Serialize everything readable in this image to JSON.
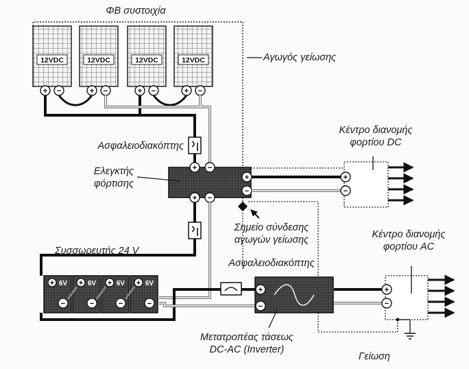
{
  "labels": {
    "pv_array": "ΦΒ συστοιχία",
    "ground_conductor": "Αγωγός γείωσης",
    "dc_load_center_line1": "Κέντρο διανομής",
    "dc_load_center_line2": "φορτίου DC",
    "fuse_switch_top": "Ασφαλειοδιακόπτης",
    "charge_controller_line1": "Ελεγκτής",
    "charge_controller_line2": "φόρτισης",
    "ground_point_line1": "Σημείο σύνδεσης",
    "ground_point_line2": "αγωγών γείωσης",
    "battery_bank": "Συσσωρευτής 24 V",
    "fuse_switch_bottom": "Ασφαλειοδιακόπτης",
    "ac_load_center_line1": "Κέντρο διανομής",
    "ac_load_center_line2": "φορτίου AC",
    "inverter_line1": "Μετατροπέας τάσεως",
    "inverter_line2": "DC-AC (Inverter)",
    "earth": "Γείωση"
  },
  "panels": [
    {
      "label": "12VDC"
    },
    {
      "label": "12VDC"
    },
    {
      "label": "12VDC"
    },
    {
      "label": "12VDC"
    }
  ],
  "batteries": [
    {
      "label": "6V"
    },
    {
      "label": "6V"
    },
    {
      "label": "6V"
    },
    {
      "label": "6V"
    }
  ],
  "terminals": {
    "plus": "+",
    "minus": "−"
  }
}
